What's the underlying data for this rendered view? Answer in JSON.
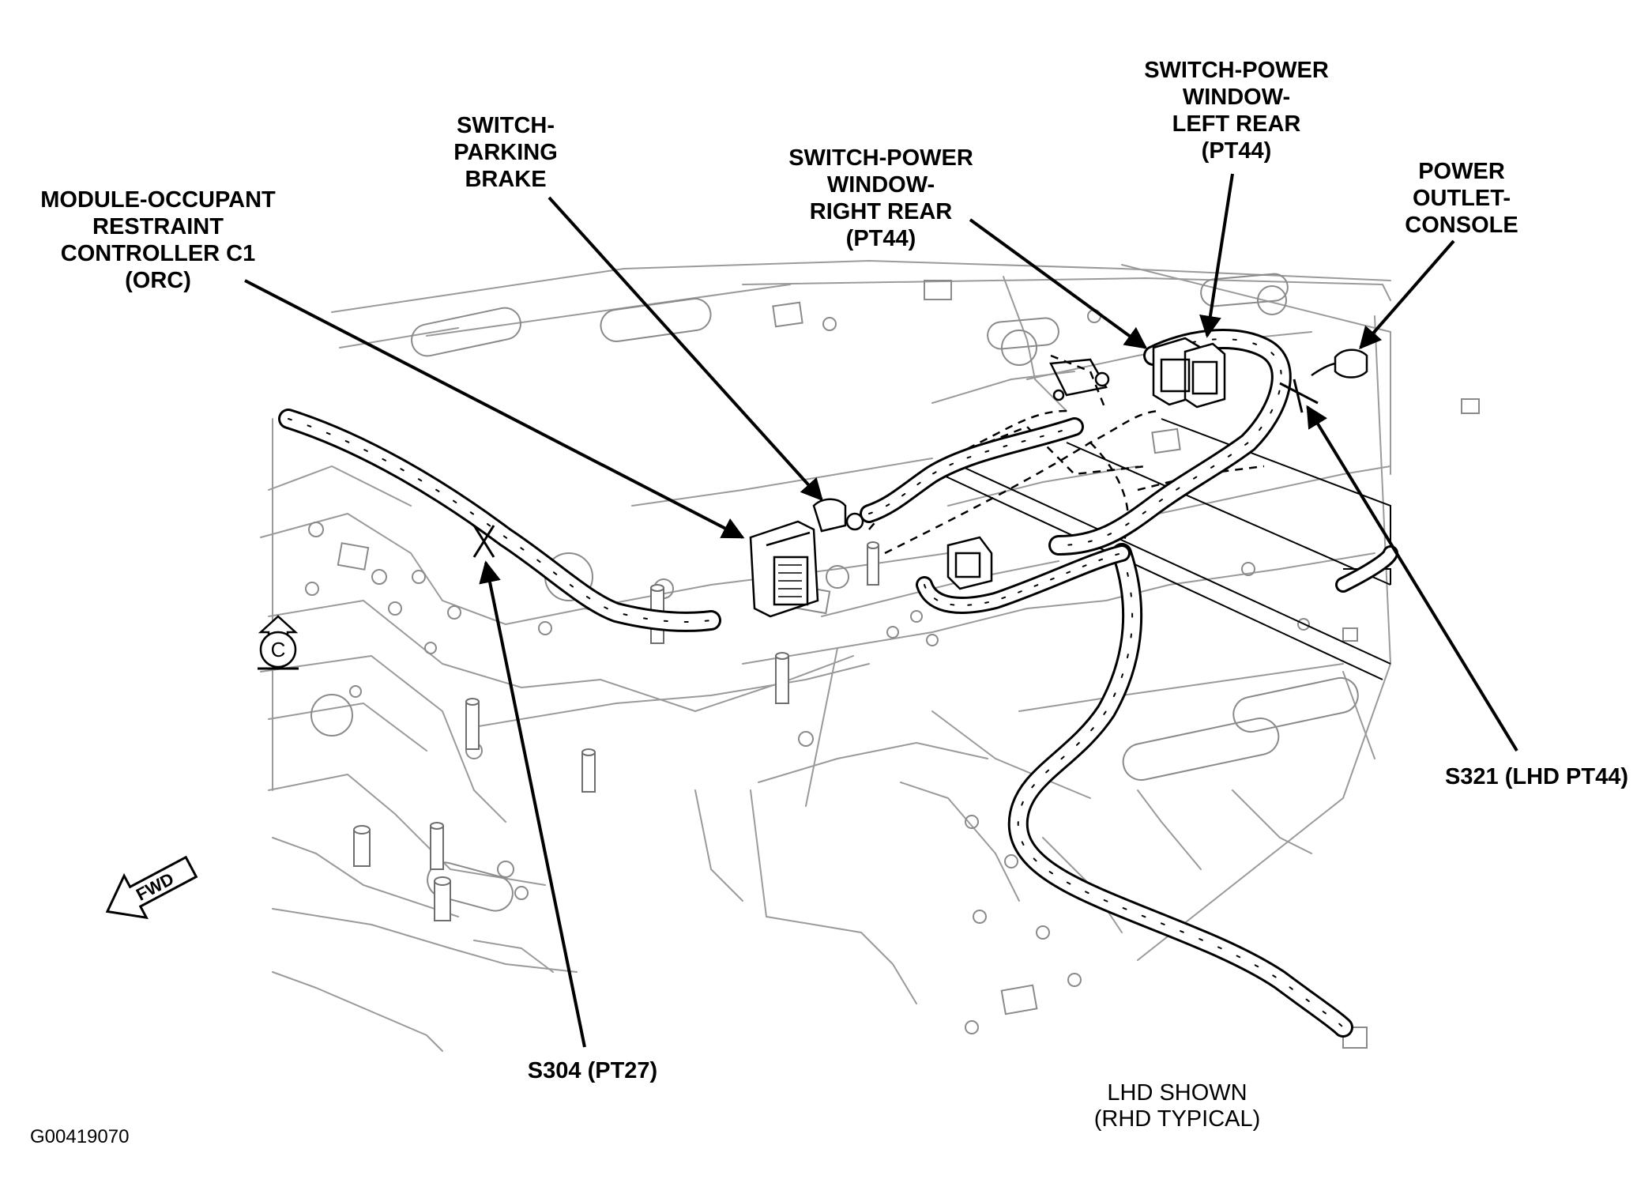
{
  "labels": {
    "orc": [
      "MODULE-OCCUPANT",
      "RESTRAINT",
      "CONTROLLER C1",
      "(ORC)"
    ],
    "parking_brake": [
      "SWITCH-",
      "PARKING",
      "BRAKE"
    ],
    "window_right_rear": [
      "SWITCH-POWER",
      "WINDOW-",
      "RIGHT REAR",
      "(PT44)"
    ],
    "window_left_rear": [
      "SWITCH-POWER",
      "WINDOW-",
      "LEFT REAR",
      "(PT44)"
    ],
    "power_outlet": [
      "POWER",
      "OUTLET-",
      "CONSOLE"
    ],
    "s321": "S321 (LHD PT44)",
    "s304": "S304 (PT27)"
  },
  "note": [
    "LHD SHOWN",
    "(RHD TYPICAL)"
  ],
  "figure_id": "G00419070",
  "icons": {
    "fwd_arrow": "FWD",
    "view_c": "C"
  },
  "colors": {
    "ink": "#000000",
    "background": "#ffffff"
  }
}
